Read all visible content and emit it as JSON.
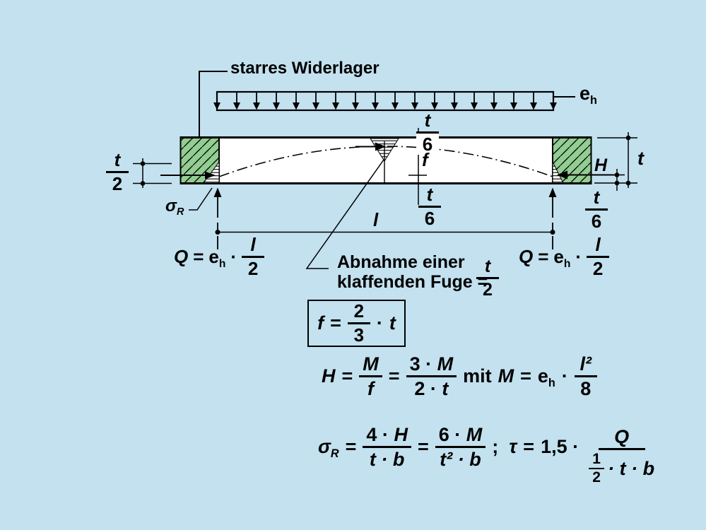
{
  "colors": {
    "bg": "#c3e1ef",
    "support_green": "#92cd92",
    "ink": "#000000",
    "beam_fill": "#ffffff"
  },
  "diagram": {
    "widerlager_label": "starres Widerlager",
    "load_label": {
      "base": "e",
      "sub": "h"
    },
    "dim_t2_left": {
      "num": "t",
      "den": "2"
    },
    "sigma_label": {
      "base": "σ",
      "sub": "R"
    },
    "dim_t6_top": {
      "num": "t",
      "den": "6"
    },
    "f_label": "f",
    "dim_t6_bottom": {
      "num": "t",
      "den": "6"
    },
    "h_label": "H",
    "t_label": "t",
    "dim_t6_right": {
      "num": "t",
      "den": "6"
    },
    "span_label": "l",
    "q_formula": {
      "lhs": "Q",
      "eq": "=",
      "e": "e",
      "e_sub": "h",
      "dot": "·",
      "frac": {
        "num": "l",
        "den": "2"
      }
    },
    "abnahme": {
      "line1": "Abnahme einer",
      "line2": "klaffenden Fuge =",
      "frac": {
        "num": "t",
        "den": "2"
      }
    }
  },
  "formulas": {
    "boxed_f": {
      "lhs": "f",
      "eq": "=",
      "frac": {
        "num": "2",
        "den": "3"
      },
      "dot": "·",
      "rhs": "t"
    },
    "h_row": {
      "lhs": "H",
      "eq1": "=",
      "frac1": {
        "num": "M",
        "den": "f"
      },
      "eq2": "=",
      "frac2": {
        "num_coef": "3 ·",
        "num_var": "M",
        "den_coef": "2 ·",
        "den_var": "t"
      },
      "mit": "mit",
      "m": "M",
      "eq3": "=",
      "e": "e",
      "e_sub": "h",
      "dot": "·",
      "frac3": {
        "num": "l²",
        "den": "8"
      }
    },
    "sigma_row": {
      "lhs": "σ",
      "lhs_sub": "R",
      "eq1": "=",
      "frac1": {
        "num_coef": "4 ·",
        "num_var": "H",
        "den": "t · b"
      },
      "eq2": "=",
      "frac2": {
        "num_coef": "6 ·",
        "num_var": "M",
        "den": "t² · b"
      },
      "semi": ";",
      "tau": "τ",
      "eq3": "=",
      "coef": "1,5 ·",
      "frac3": {
        "num": "Q",
        "den_frac": {
          "num": "1",
          "den": "2"
        },
        "den_rest": "· t · b"
      }
    }
  }
}
